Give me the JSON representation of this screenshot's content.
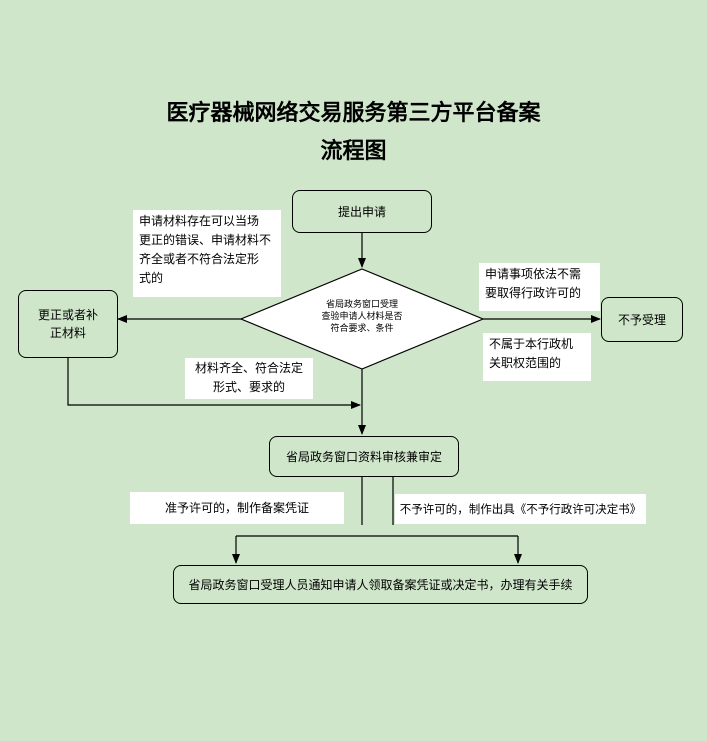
{
  "title": {
    "line1": "医疗器械网络交易服务第三方平台备案",
    "line2": "流程图"
  },
  "nodes": {
    "start": "提出申请",
    "decision": [
      "省局政务窗口受理",
      "查验申请人材料是否",
      "符合要求、条件"
    ],
    "correct": [
      "更正或者补",
      "正材料"
    ],
    "reject": "不予受理",
    "review": "省局政务窗口资料审核兼审定",
    "notify": "省局政务窗口受理人员通知申请人领取备案凭证或决定书，办理有关手续"
  },
  "notes": {
    "correctable": [
      "申请材料存在可以当场",
      "更正的错误、申请材料不",
      "齐全或者不符合法定形",
      "式的"
    ],
    "not_required": [
      "申请事项依法不需",
      "要取得行政许可的"
    ],
    "not_in_scope": [
      "不属于本行政机",
      "关职权范围的"
    ],
    "complete": [
      "材料齐全、符合法定",
      "形式、要求的"
    ],
    "approve": "准予许可的，制作备案凭证",
    "deny": "不予许可的，制作出具《不予行政许可决定书》"
  }
}
